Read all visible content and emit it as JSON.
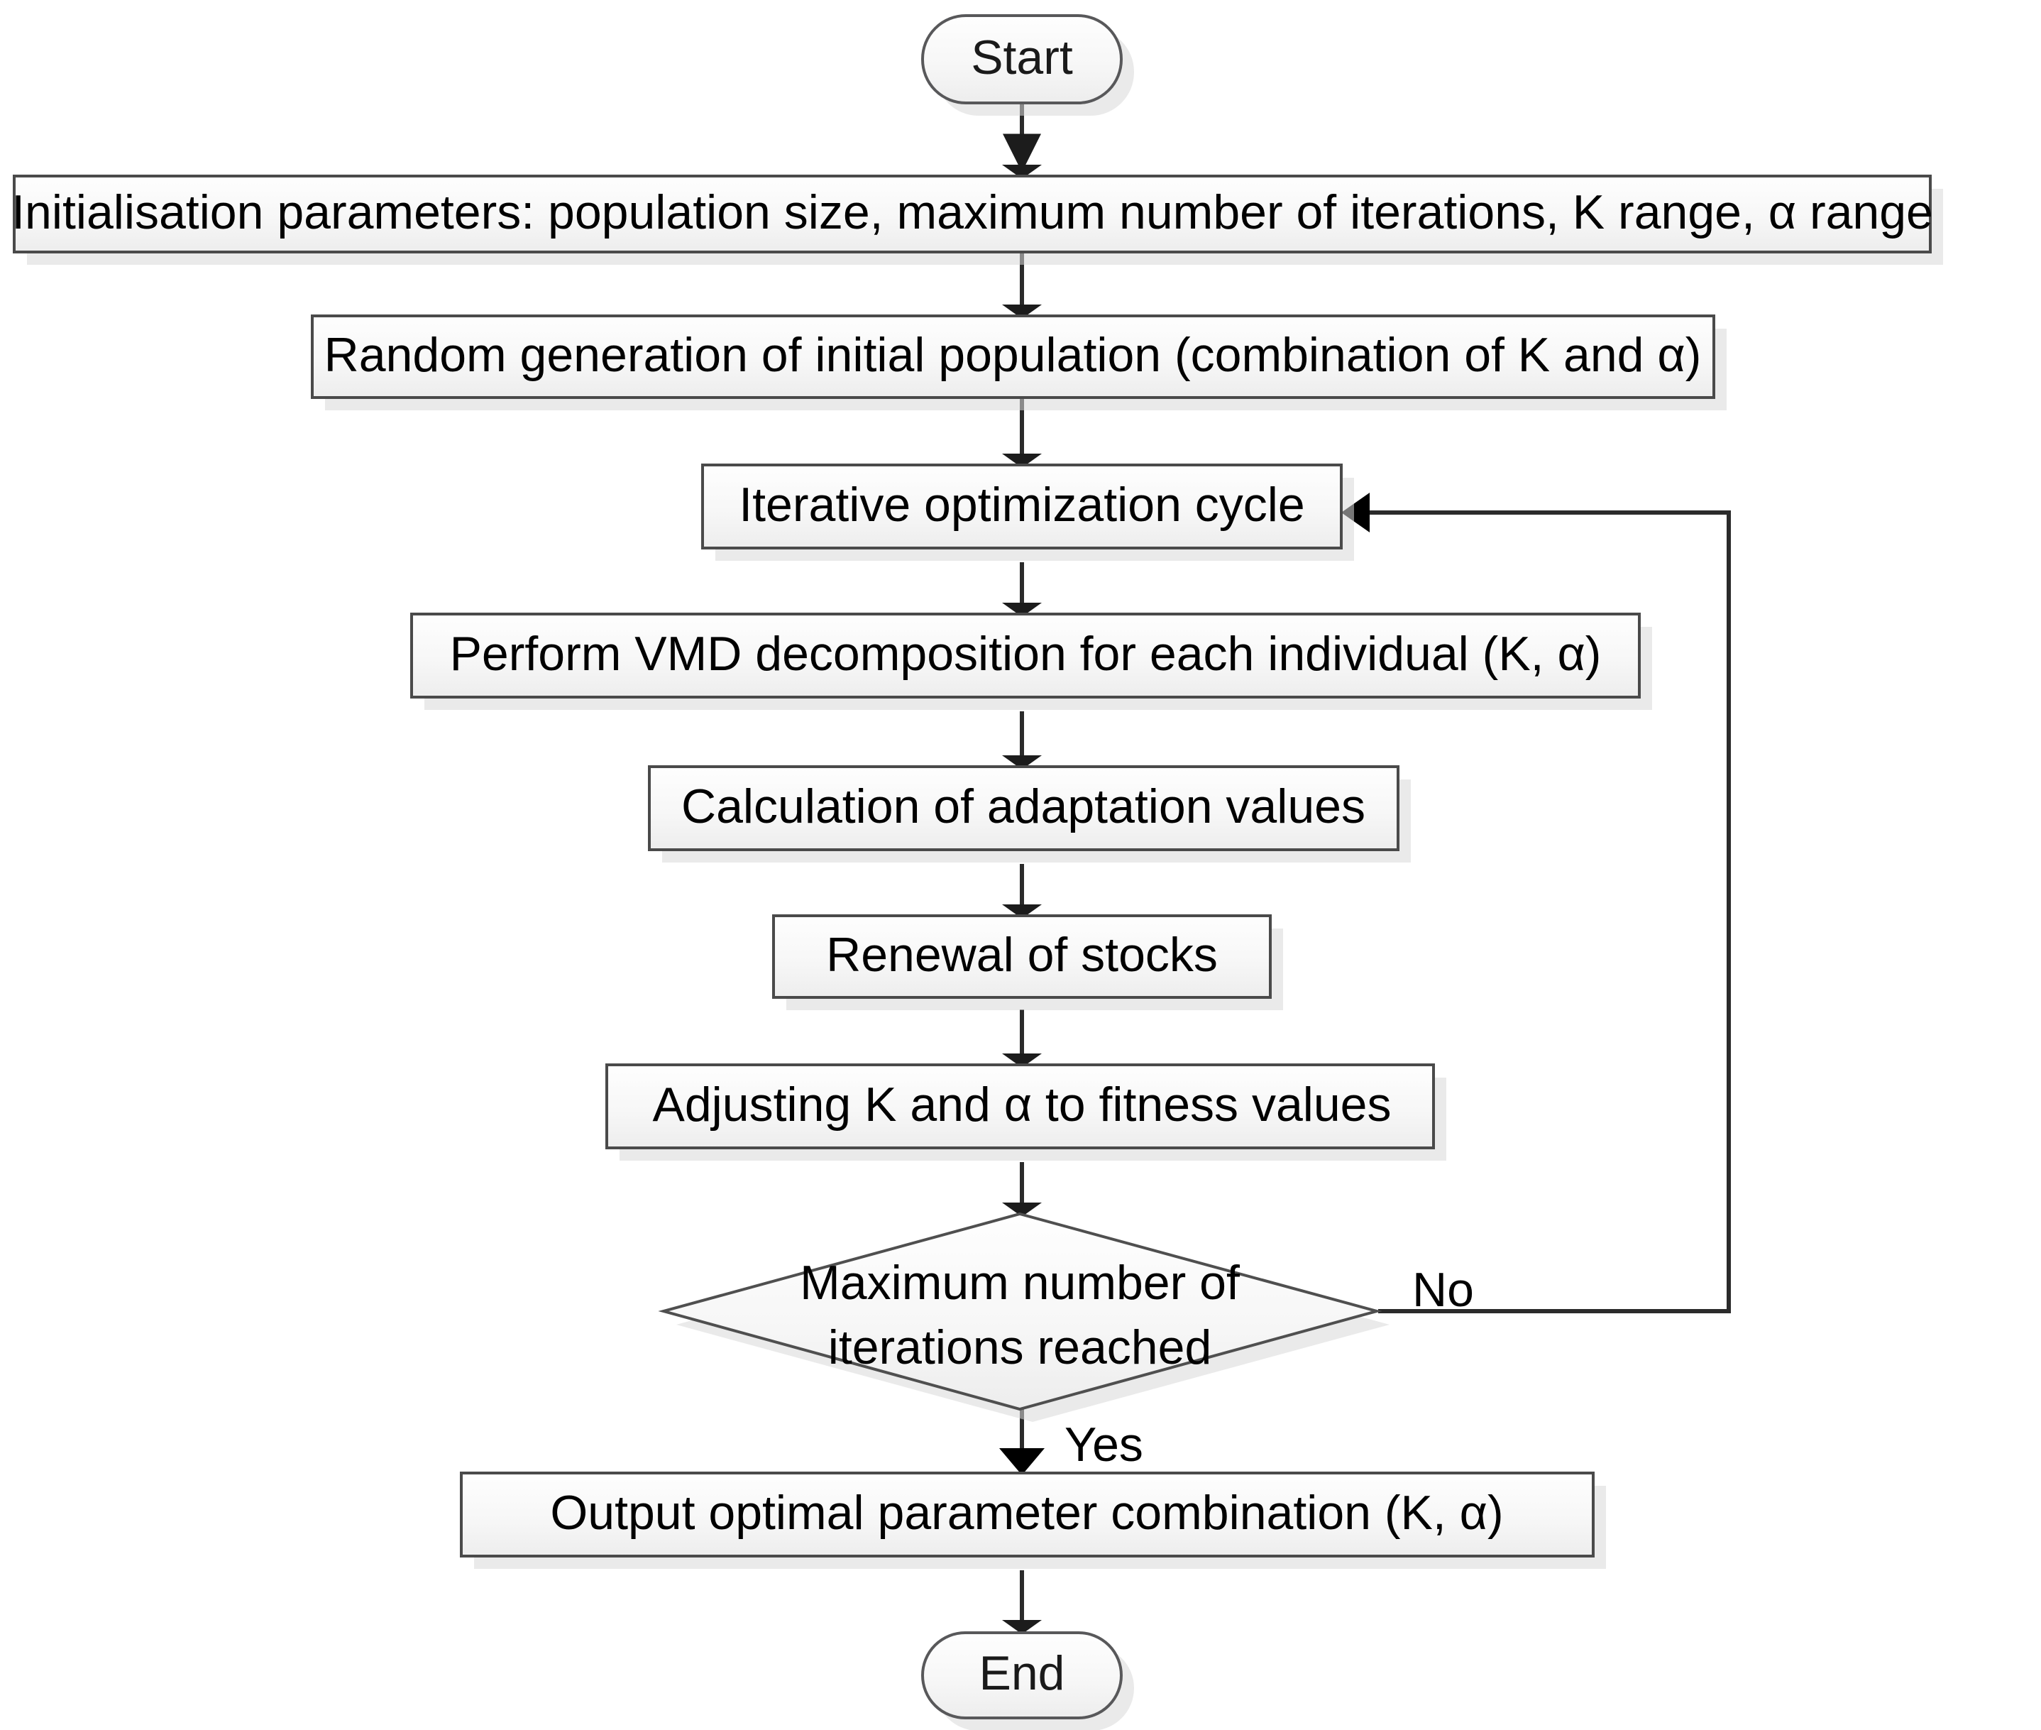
{
  "diagram": {
    "title": "VMD parameter optimisation flowchart",
    "type": "flowchart",
    "colors": {
      "node_fill_top": "#fdfdfd",
      "node_fill_bottom": "#eeeeee",
      "node_stroke": "#4a4a4a",
      "edge_stroke": "#2b2b2b",
      "text": "#000000",
      "shadow": "#d9d9d9",
      "background": "#ffffff"
    }
  },
  "nodes": {
    "start": {
      "label": "Start",
      "shape": "terminal"
    },
    "init": {
      "label": "Initialisation parameters: population size, maximum number of iterations, K range, α range",
      "shape": "process"
    },
    "random_gen": {
      "label": "Random generation of initial population (combination of K and α)",
      "shape": "process"
    },
    "iterative_cycle": {
      "label": "Iterative optimization cycle",
      "shape": "process"
    },
    "vmd": {
      "label": "Perform VMD decomposition for each individual (K, α)",
      "shape": "process"
    },
    "adaptation": {
      "label": "Calculation of adaptation values",
      "shape": "process"
    },
    "renewal": {
      "label": "Renewal of stocks",
      "shape": "process"
    },
    "adjusting": {
      "label": "Adjusting K and α to fitness values",
      "shape": "process"
    },
    "decision_line1": {
      "label": "Maximum number of",
      "shape": "decision"
    },
    "decision_line2": {
      "label": "iterations reached",
      "shape": "decision"
    },
    "output": {
      "label": "Output optimal parameter combination (K, α)",
      "shape": "process"
    },
    "end": {
      "label": "End",
      "shape": "terminal"
    }
  },
  "edge_labels": {
    "no": "No",
    "yes": "Yes"
  }
}
